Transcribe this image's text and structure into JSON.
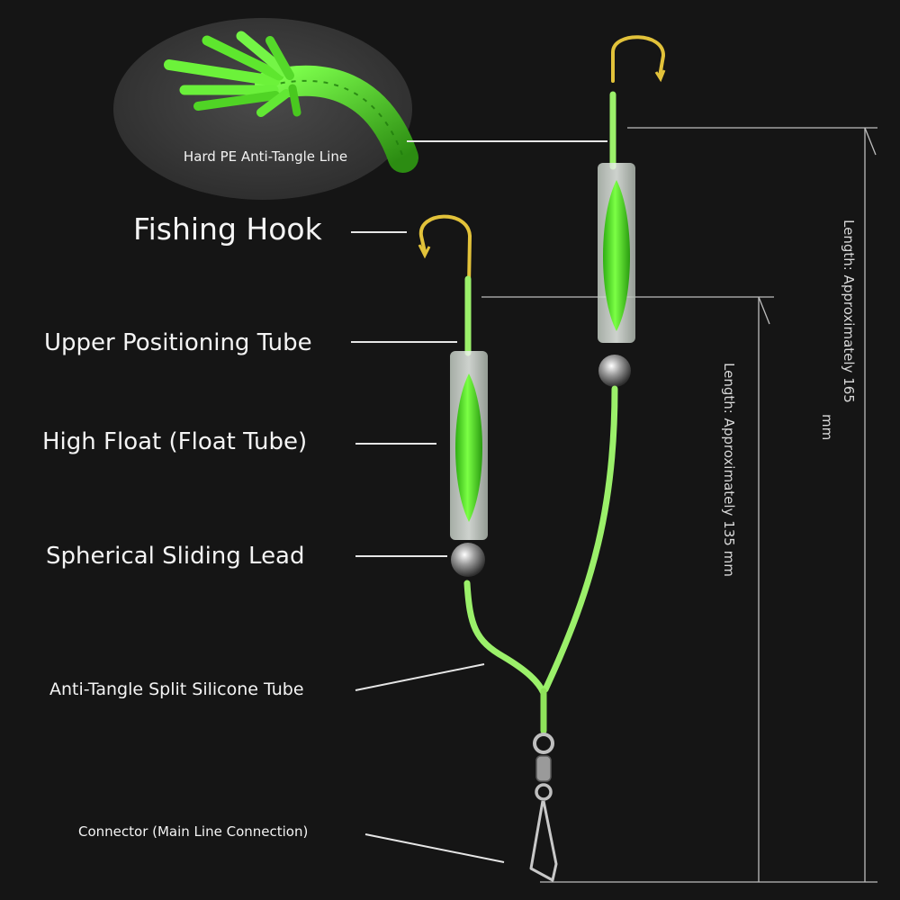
{
  "labels": {
    "pe_line": "Hard PE Anti-Tangle Line",
    "hook": "Fishing Hook",
    "upper_tube": "Upper Positioning Tube",
    "float_tube": "High Float (Float Tube)",
    "sliding_lead": "Spherical Sliding Lead",
    "split_tube": "Anti-Tangle Split Silicone Tube",
    "connector": "Connector (Main Line Connection)"
  },
  "dimensions": {
    "long_arm": "Length: Approximately 165 mm",
    "long_arm_line1": "Length: Approximately 165",
    "long_arm_line2": "mm",
    "short_arm": "Length: Approximately 135 mm"
  },
  "colors": {
    "background": "#151515",
    "line_green": "#9bf06a",
    "float_green": "#4fe01f",
    "hook_gold": "#e2c23a",
    "leader_lines": "#e6e6e6"
  }
}
